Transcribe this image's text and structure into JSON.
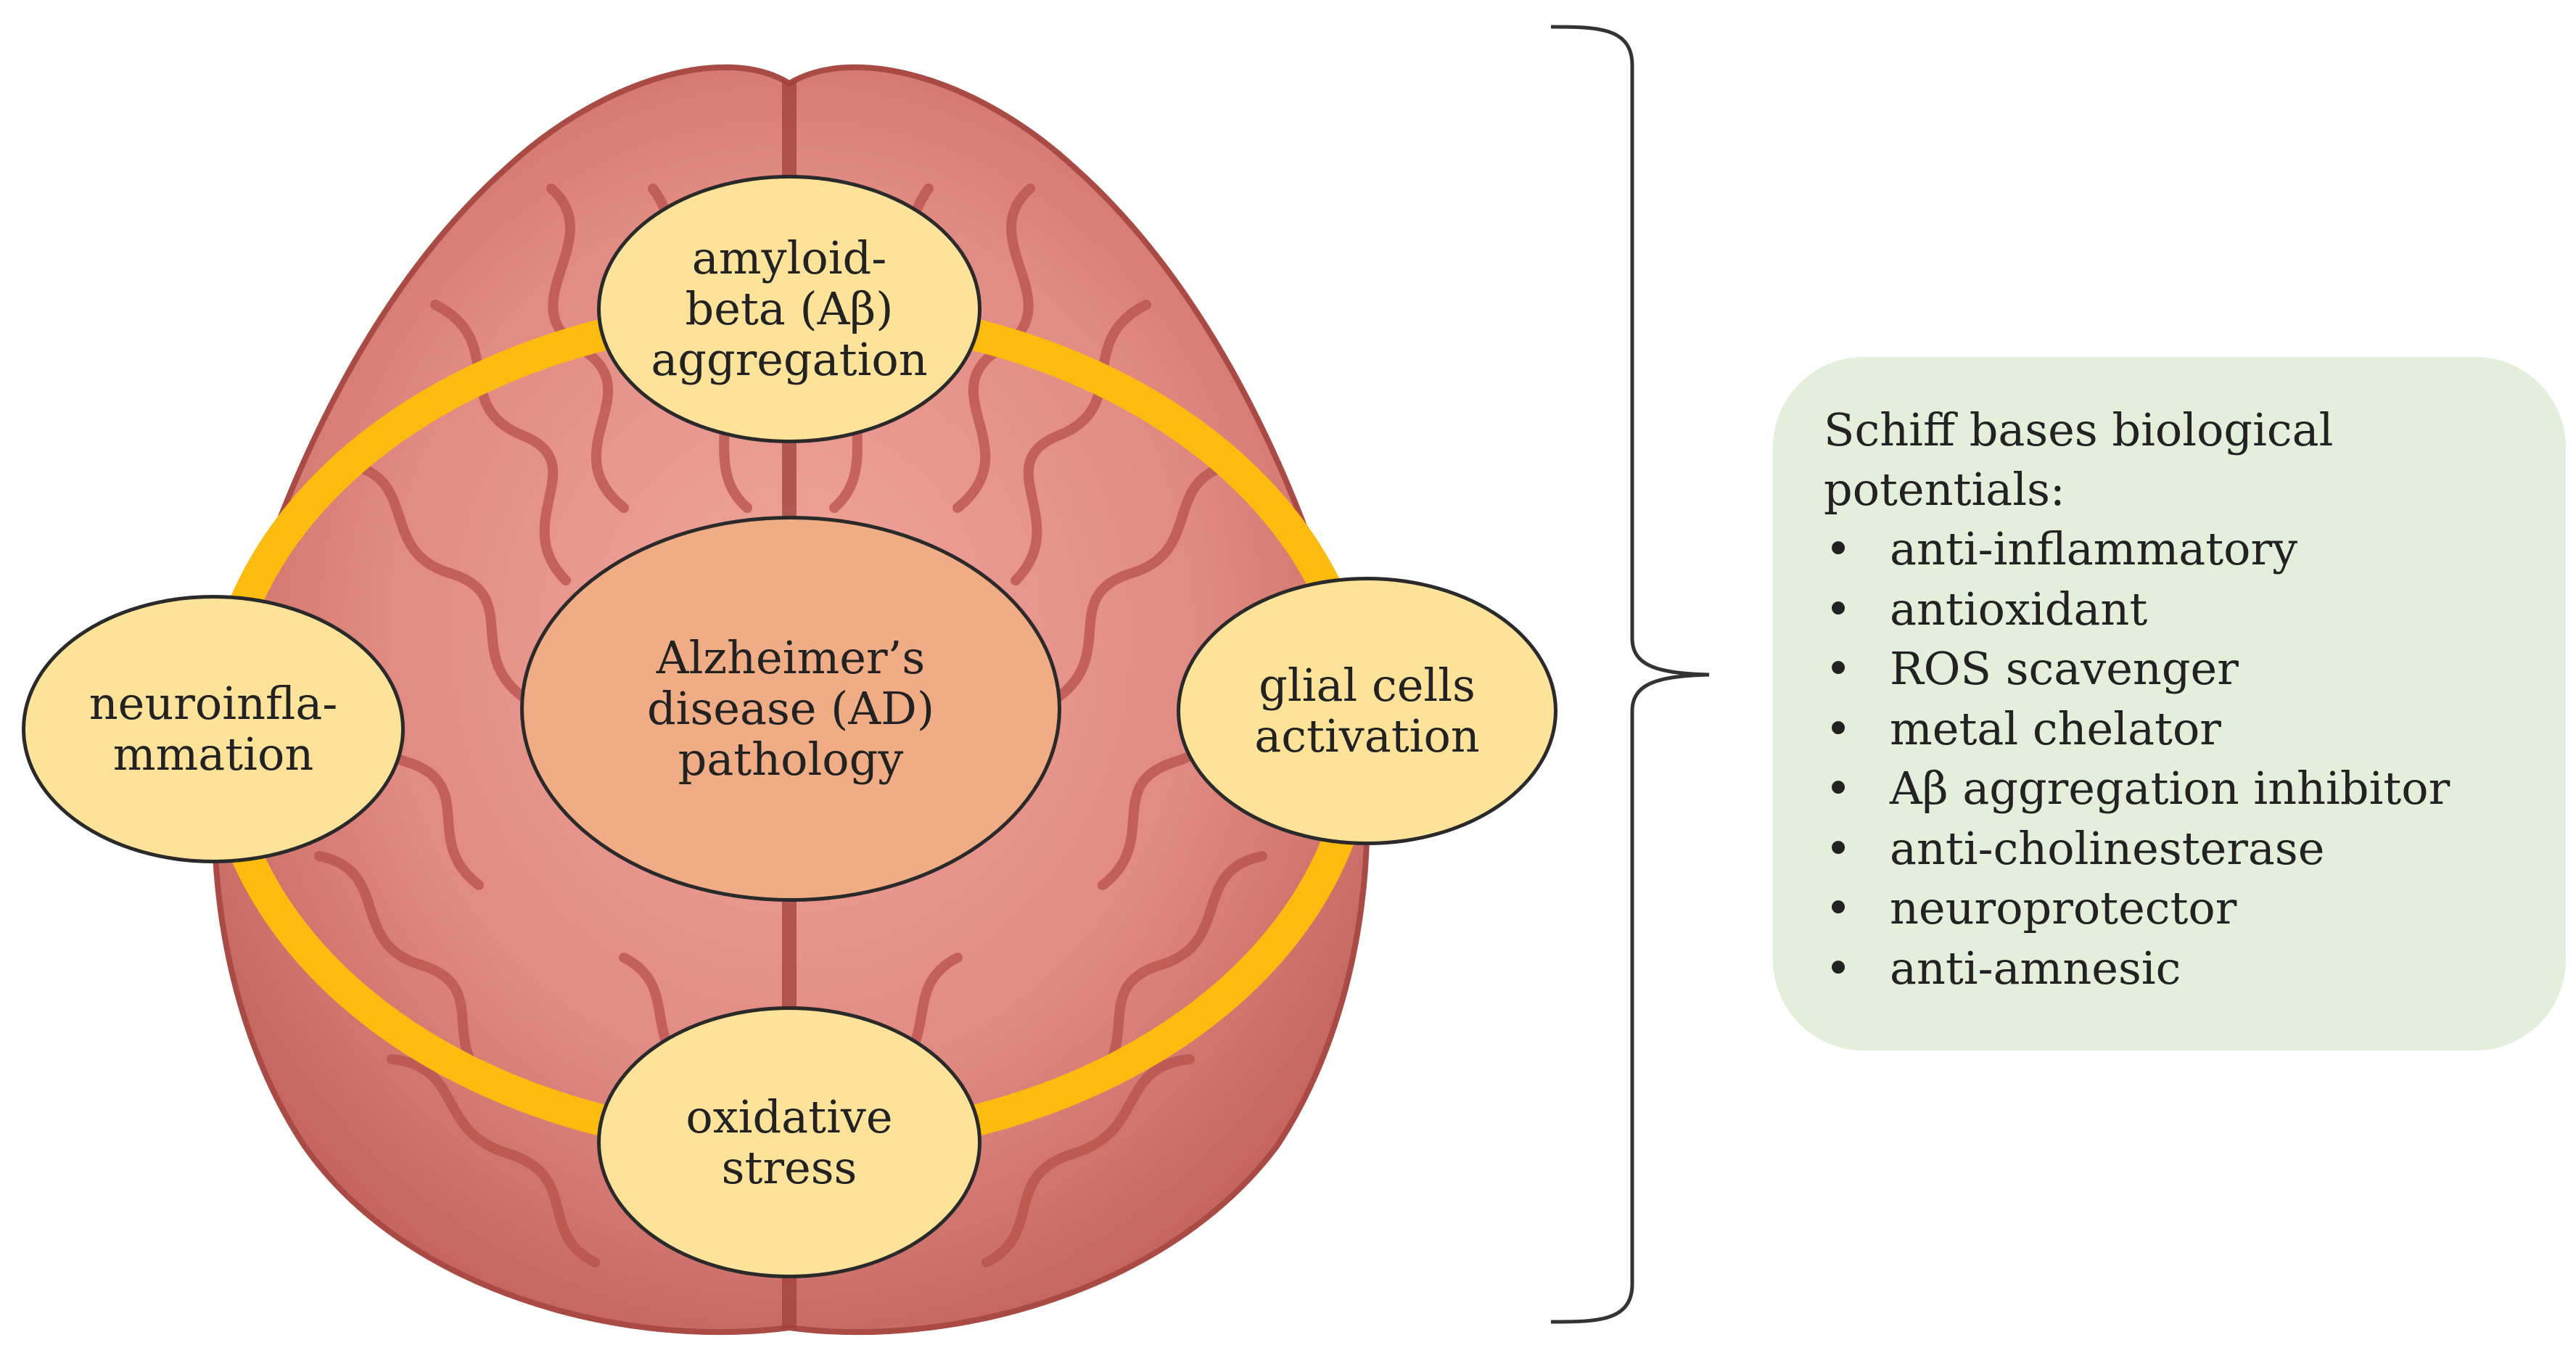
{
  "colors": {
    "ring": "#fbbb0f",
    "satellite_fill": "#fde39a",
    "center_fill": "#efac85",
    "panel_fill": "#e3efda",
    "brain_base": "#d9756f",
    "brain_fold": "#b8504c"
  },
  "diagram": {
    "center": "Alzheimer’s\ndisease (AD)\npathology",
    "top": "amyloid-\nbeta (Aβ)\naggregation",
    "left": "neuroinfla-\nmmation",
    "right": "glial  cells\nactivation",
    "bottom": "oxidative\nstress"
  },
  "panel": {
    "heading": "Schiff bases biological\npotentials:",
    "bullet_glyph": "•",
    "items": [
      "anti-inflammatory",
      "antioxidant",
      "ROS scavenger",
      "metal chelator",
      "Aβ aggregation  inhibitor",
      "anti-cholinesterase",
      "neuroprotector",
      "anti-amnesic"
    ]
  }
}
